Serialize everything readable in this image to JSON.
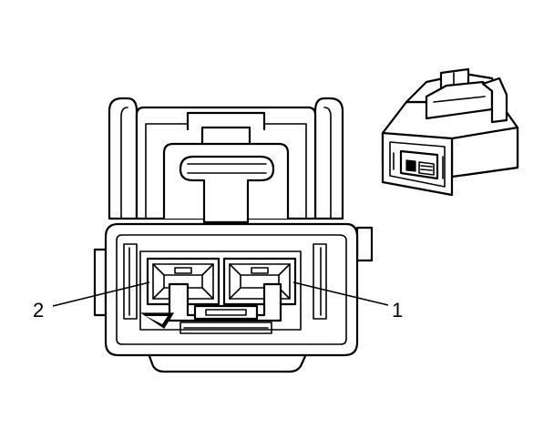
{
  "callouts": [
    {
      "id": "terminal-1",
      "label": "1"
    },
    {
      "id": "terminal-2",
      "label": "2"
    }
  ],
  "colors": {
    "line": "#000000",
    "background": "#ffffff"
  }
}
